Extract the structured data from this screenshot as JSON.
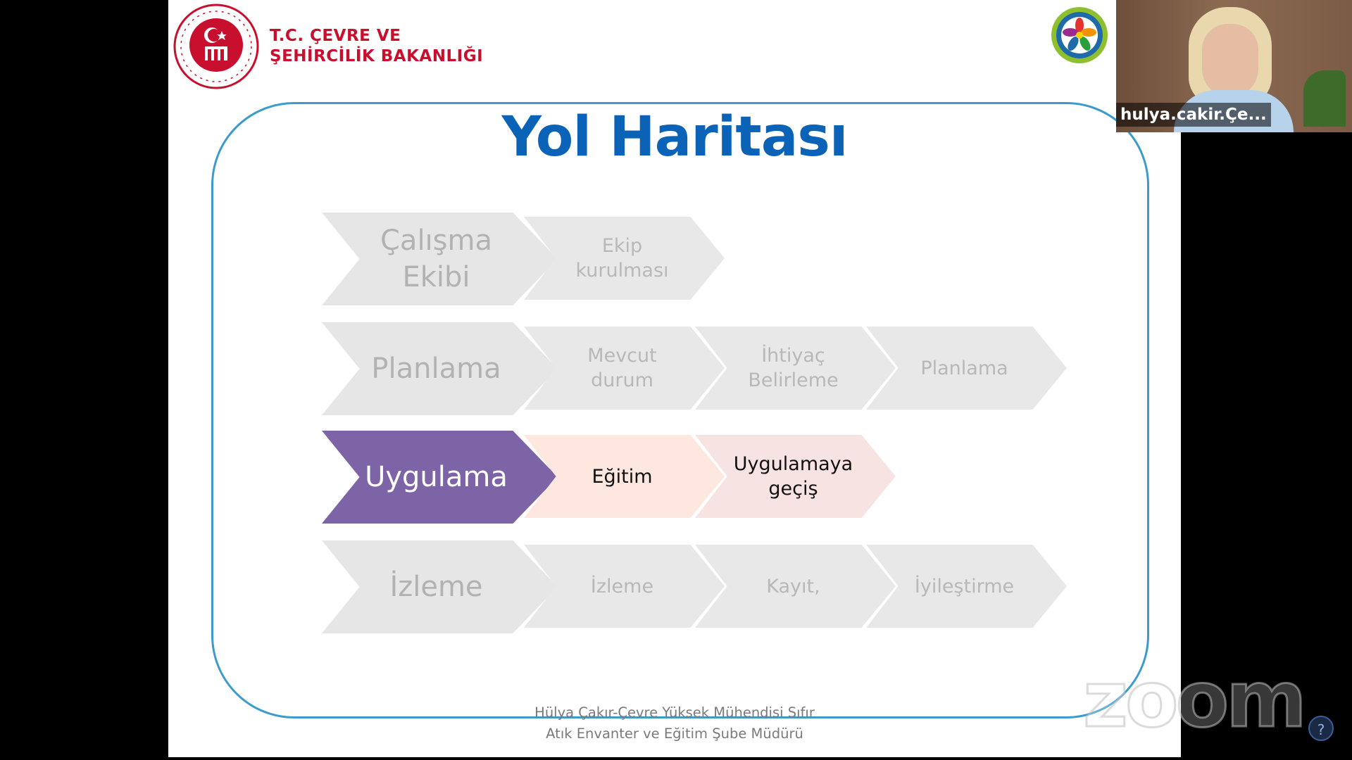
{
  "slide": {
    "ministry_line1": "T.C. ÇEVRE VE",
    "ministry_line2": "ŞEHİRCİLİK BAKANLIĞI",
    "title": "Yol Haritası",
    "rows": [
      {
        "main": "Çalışma\nEkibi",
        "steps": [
          "Ekip\nkurulması"
        ]
      },
      {
        "main": "Planlama",
        "steps": [
          "Mevcut\ndurum",
          "İhtiyaç\nBelirleme",
          "Planlama"
        ]
      },
      {
        "main": "Uygulama",
        "steps": [
          "Eğitim",
          "Uygulamaya\ngeçiş"
        ]
      },
      {
        "main": "İzleme",
        "steps": [
          "İzleme",
          "Kayıt,",
          "İyileştirme"
        ]
      }
    ],
    "footer_line1": "Hülya Çakır-Çevre Yüksek Mühendisi Sıfır",
    "footer_line2": "Atık Envanter ve Eğitim Şube Müdürü"
  },
  "zoom": {
    "watermark": "zoom",
    "participant_name": "hulya.cakir.Çe...",
    "help_icon": "?"
  },
  "colors": {
    "title": "#0b63b8",
    "ministry": "#c8102e",
    "frame": "#3b9ccc",
    "active_main": "#7d64a6",
    "active_step1": "#fde7de",
    "active_step2": "#f8e3e3",
    "inactive": "#e6e6e6"
  }
}
